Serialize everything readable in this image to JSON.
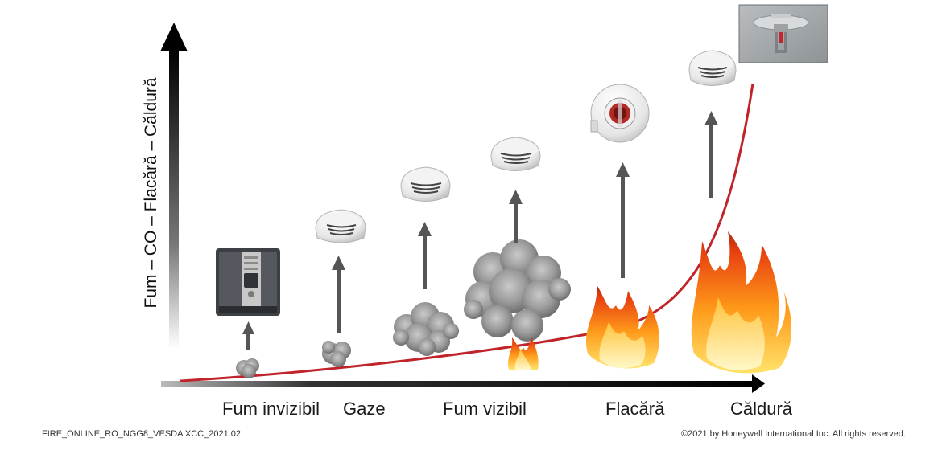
{
  "y_axis_label": "Fum – CO – Flacără – Căldură",
  "stages": [
    {
      "label": "Fum invizibil",
      "detector": "aspirating-detector-icon"
    },
    {
      "label": "Gaze",
      "detector": "co-detector-icon"
    },
    {
      "label": "",
      "detector": "smoke-detector-icon"
    },
    {
      "label": "Fum vizibil",
      "detector": "smoke-detector-icon"
    },
    {
      "label": "Flacără",
      "detector": "flame-detector-icon"
    },
    {
      "label": "Căldură",
      "detector": "heat-detector-icon"
    }
  ],
  "sprinkler": "sprinkler-icon",
  "footer": {
    "left": "FIRE_ONLINE_RO_NGG8_VESDA XCC_2021.02",
    "right": "©2021 by Honeywell International Inc. All rights reserved."
  },
  "colors": {
    "curve": "#c0242a",
    "arrow": "#555555",
    "axis": "#111111"
  }
}
